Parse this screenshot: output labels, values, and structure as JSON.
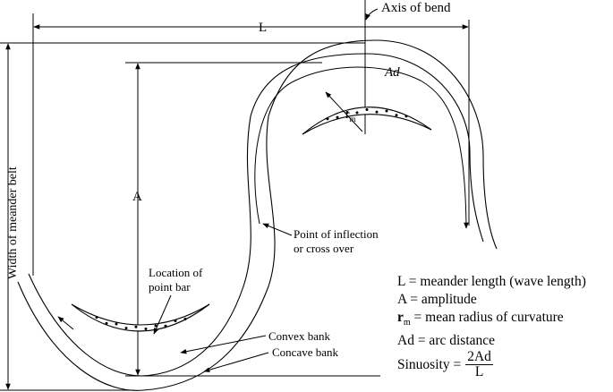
{
  "labels": {
    "axis_of_bend": "Axis of bend",
    "L": "L",
    "Ad": "Ad",
    "r": "r",
    "r_sub": "m",
    "A": "A",
    "width_of_meander_belt": "Width of meander belt",
    "point_of_inflection_line1": "Point of inflection",
    "point_of_inflection_line2": "or cross over",
    "location_point_bar_line1": "Location of",
    "location_point_bar_line2": "point bar",
    "convex_bank": "Convex bank",
    "concave_bank": "Concave bank"
  },
  "legend": {
    "L_def": "L = meander length (wave length)",
    "A_def": "A = amplitude",
    "rm_symbol": "r",
    "rm_sub": "m",
    "rm_def": "= mean radius of curvature",
    "Ad_def": "Ad = arc distance",
    "sinuosity_label": "Sinuosity =",
    "sinuosity_num": "2Ad",
    "sinuosity_den": "L"
  }
}
